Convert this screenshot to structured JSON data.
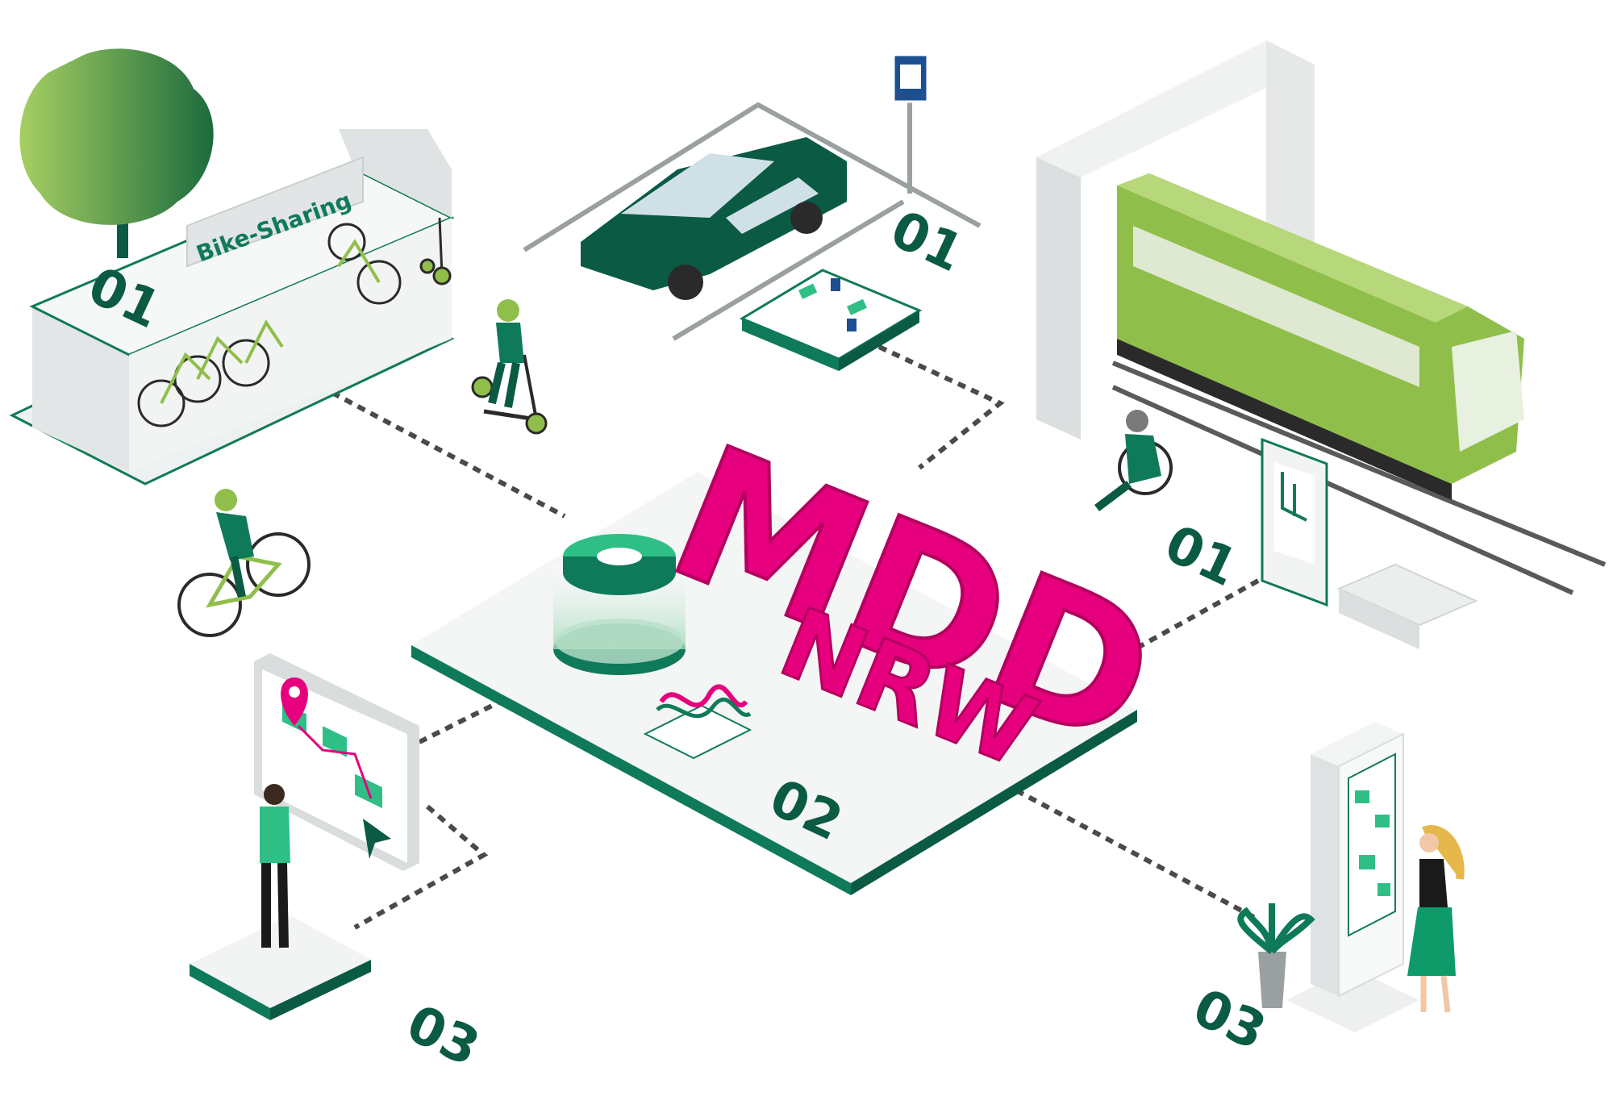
{
  "labels": {
    "bike_sharing": "Bike-Sharing",
    "title_main": "MDD",
    "title_sub": "NRW"
  },
  "badges": {
    "bike_station": "01",
    "parking": "01",
    "train_station": "01",
    "central_platform": "02",
    "app_user": "03",
    "info_kiosk": "03"
  },
  "colors": {
    "brand_magenta": "#e6007e",
    "brand_green": "#0f7a5a",
    "dark_green": "#0b5a44",
    "light_green": "#8fbf4a",
    "accent_green": "#2fbf86",
    "platform_grey": "#e9ecec",
    "sign_blue": "#1d4f91"
  },
  "icons": {
    "parking_sign": "parking-sign-icon",
    "location_pin": "location-pin-icon",
    "cursor": "cursor-icon",
    "gear": "gear-icon"
  }
}
